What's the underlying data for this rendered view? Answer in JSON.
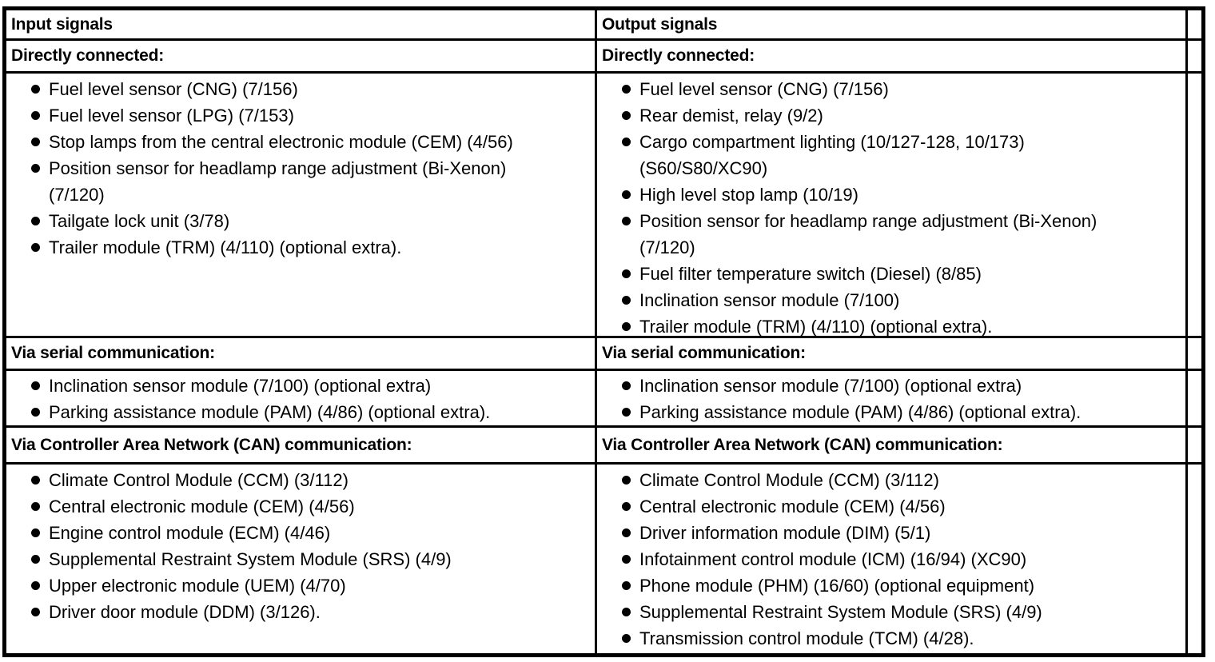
{
  "colors": {
    "border": "#000000",
    "text": "#000000",
    "background": "#ffffff"
  },
  "table": {
    "columns": [
      {
        "title": "Input signals",
        "sections": [
          {
            "heading": "Directly connected:",
            "items": [
              "Fuel level sensor (CNG) (7/156)",
              "Fuel level sensor (LPG) (7/153)",
              "Stop lamps from the central electronic module (CEM) (4/56)",
              "Position sensor for headlamp range adjustment (Bi-Xenon)\n(7/120)",
              "Tailgate lock unit (3/78)",
              "Trailer module (TRM) (4/110) (optional extra)."
            ]
          },
          {
            "heading": "Via serial communication:",
            "items": [
              "Inclination sensor module (7/100) (optional extra)",
              "Parking assistance module (PAM) (4/86) (optional extra)."
            ]
          },
          {
            "heading": "Via Controller Area Network (CAN) communication:",
            "items": [
              "Climate Control Module (CCM) (3/112)",
              "Central electronic module (CEM) (4/56)",
              "Engine control module (ECM) (4/46)",
              "Supplemental Restraint System Module (SRS) (4/9)",
              "Upper electronic module (UEM) (4/70)",
              "Driver door module (DDM) (3/126)."
            ]
          }
        ]
      },
      {
        "title": "Output signals",
        "sections": [
          {
            "heading": "Directly connected:",
            "items": [
              "Fuel level sensor (CNG) (7/156)",
              "Rear demist, relay (9/2)",
              "Cargo compartment lighting (10/127-128, 10/173)\n(S60/S80/XC90)",
              "High level stop lamp (10/19)",
              "Position sensor for headlamp range adjustment (Bi-Xenon)\n(7/120)",
              "Fuel filter temperature switch (Diesel) (8/85)",
              "Inclination sensor module (7/100)",
              "Trailer module (TRM) (4/110) (optional extra)."
            ]
          },
          {
            "heading": "Via serial communication:",
            "items": [
              "Inclination sensor module (7/100) (optional extra)",
              "Parking assistance module (PAM) (4/86) (optional extra)."
            ]
          },
          {
            "heading": "Via Controller Area Network (CAN) communication:",
            "items": [
              "Climate Control Module (CCM) (3/112)",
              "Central electronic module (CEM) (4/56)",
              "Driver information module (DIM) (5/1)",
              "Infotainment control module (ICM) (16/94) (XC90)",
              "Phone module (PHM) (16/60) (optional equipment)",
              "Supplemental Restraint System Module (SRS) (4/9)",
              "Transmission control module (TCM) (4/28)."
            ]
          }
        ]
      }
    ]
  }
}
